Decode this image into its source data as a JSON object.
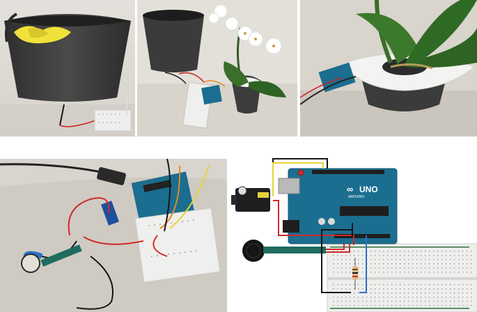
{
  "board_labels": {
    "logo": "∞",
    "model": "UNO",
    "brand": "ARDUINO"
  },
  "colors": {
    "board_blue": "#1b6e8f",
    "board_blue_dark": "#155a75",
    "wire_red": "#d12a2a",
    "wire_black": "#151515",
    "wire_yellow": "#e8d33a",
    "wire_blue": "#2f6fc4",
    "wire_orange": "#e8872a",
    "breadboard": "#eeeeec",
    "pot_dark": "#3a3b3a",
    "servo_black": "#1f1f1f"
  },
  "panels": [
    {
      "name": "photo-pot-with-yellow-leaves",
      "kind": "photograph"
    },
    {
      "name": "photo-pot-with-orchid-and-breadboard",
      "kind": "photograph"
    },
    {
      "name": "photo-orchid-closeup-with-paper-collar",
      "kind": "photograph"
    },
    {
      "name": "photo-arduino-circuit-on-table",
      "kind": "photograph"
    },
    {
      "name": "wiring-diagram",
      "kind": "illustration"
    }
  ]
}
